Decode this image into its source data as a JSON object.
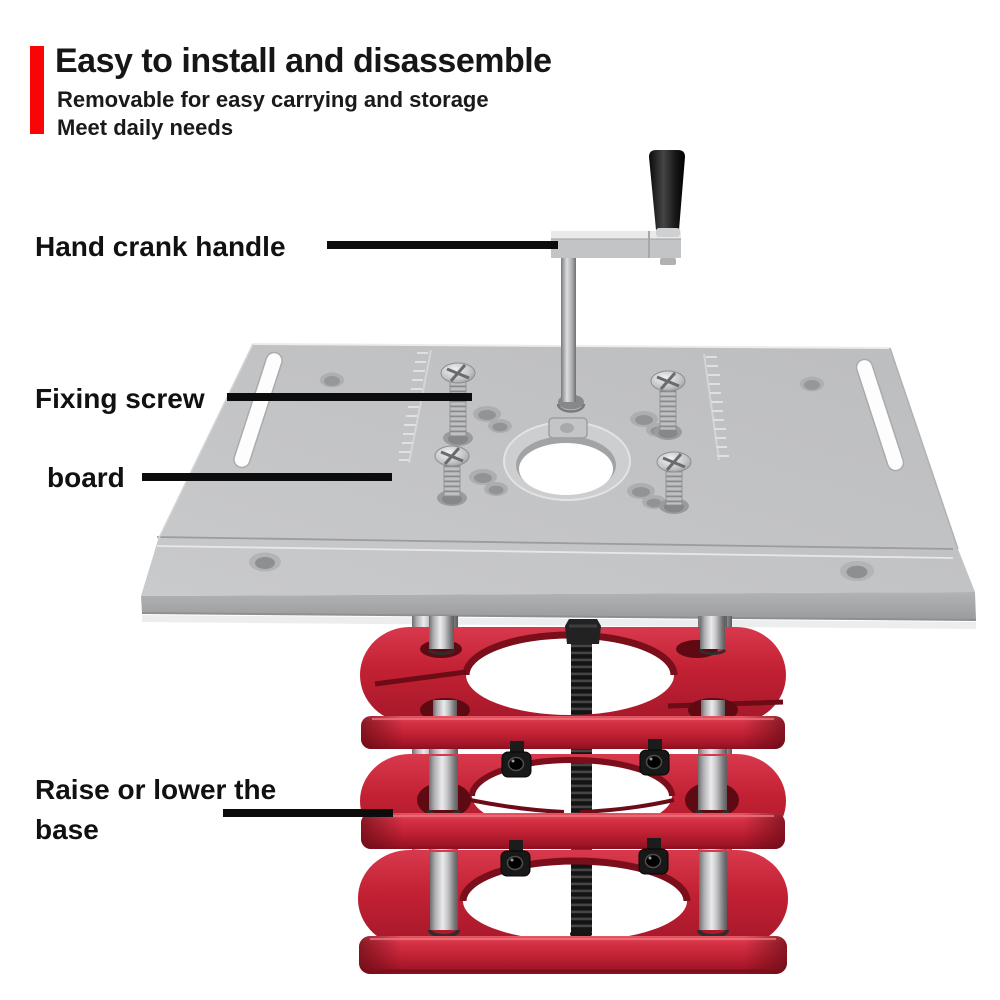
{
  "header": {
    "title": "Easy to install and disassemble",
    "subtitle_line1": "Removable for easy carrying and storage",
    "subtitle_line2": "Meet daily needs",
    "accent_color": "#fa0505"
  },
  "callouts": [
    {
      "label": "Hand crank handle",
      "target_part": "hand crank handle"
    },
    {
      "label": "Fixing screw",
      "target_part": "fixing screw"
    },
    {
      "label": "board",
      "target_part": "aluminum insert board"
    },
    {
      "label": "Raise or lower the base",
      "target_part": "lifting base"
    }
  ],
  "product": {
    "parts": [
      "hand crank handle",
      "fixing screw",
      "board",
      "lifting base",
      "lead screw",
      "support posts",
      "clamp screws"
    ],
    "colors": {
      "base_red": "#c52336",
      "plate_gray": "#c6c7c9",
      "metal_silver": "#d9dadc",
      "hardware_black": "#1a1a1a",
      "background": "#ffffff",
      "callout_line": "#0c0c0c"
    }
  }
}
